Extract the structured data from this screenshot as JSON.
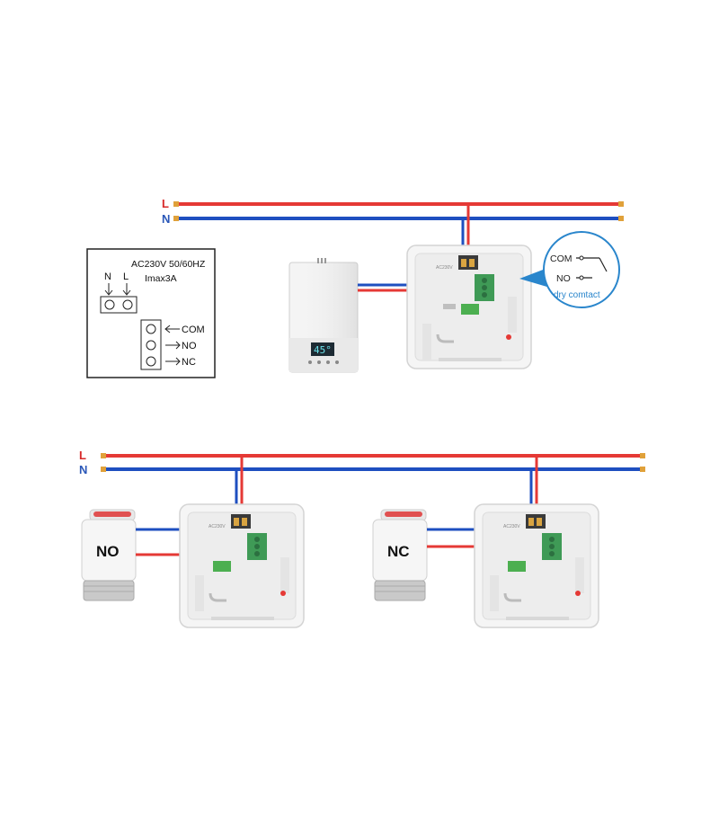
{
  "wires": {
    "live_label": "L",
    "neutral_label": "N",
    "live_color": "#e53935",
    "neutral_color": "#1e4fc0",
    "terminal_color": "#e0a13a"
  },
  "legend": {
    "rating": "AC230V 50/60HZ",
    "current": "Imax3A",
    "n_label": "N",
    "l_label": "L",
    "com_label": "COM",
    "no_label": "NO",
    "nc_label": "NC"
  },
  "callout": {
    "com_label": "COM",
    "no_label": "NO",
    "caption": "dry comtact",
    "accent": "#2a86cc"
  },
  "boiler": {
    "display": "45°"
  },
  "thermostat": {
    "board_label": "AC230V"
  },
  "actuators": {
    "left_label": "NO",
    "right_label": "NC"
  }
}
